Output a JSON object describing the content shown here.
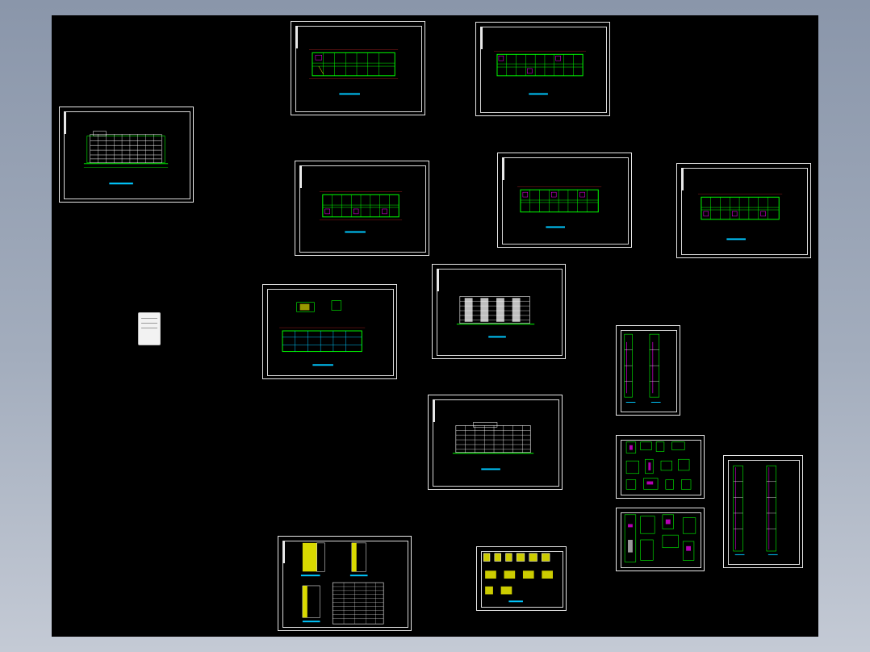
{
  "window": {
    "background_color": "#000000",
    "frame_color": "#e8e8e8",
    "line_colors": {
      "wall": "#00ff00",
      "axis": "#ff3030",
      "furniture": "#ff00ff",
      "hatch": "#ffff00",
      "annotation": "#00c8ff",
      "outline": "#ffffff"
    }
  },
  "sheets": [
    {
      "id": "elevation-left",
      "kind": "elevation"
    },
    {
      "id": "plan-top-1",
      "kind": "plan"
    },
    {
      "id": "plan-top-2",
      "kind": "plan"
    },
    {
      "id": "plan-mid-1",
      "kind": "plan"
    },
    {
      "id": "plan-mid-2",
      "kind": "plan"
    },
    {
      "id": "plan-mid-3",
      "kind": "plan"
    },
    {
      "id": "roof-plan",
      "kind": "roof"
    },
    {
      "id": "elevation-center",
      "kind": "elevation"
    },
    {
      "id": "elevation-lower",
      "kind": "elevation"
    },
    {
      "id": "stair-section",
      "kind": "section"
    },
    {
      "id": "details-1",
      "kind": "details"
    },
    {
      "id": "details-2",
      "kind": "details"
    },
    {
      "id": "wall-section",
      "kind": "section"
    },
    {
      "id": "sections-table",
      "kind": "schedule"
    },
    {
      "id": "window-details",
      "kind": "details"
    }
  ],
  "legend_card": {
    "icon": "document-icon"
  }
}
